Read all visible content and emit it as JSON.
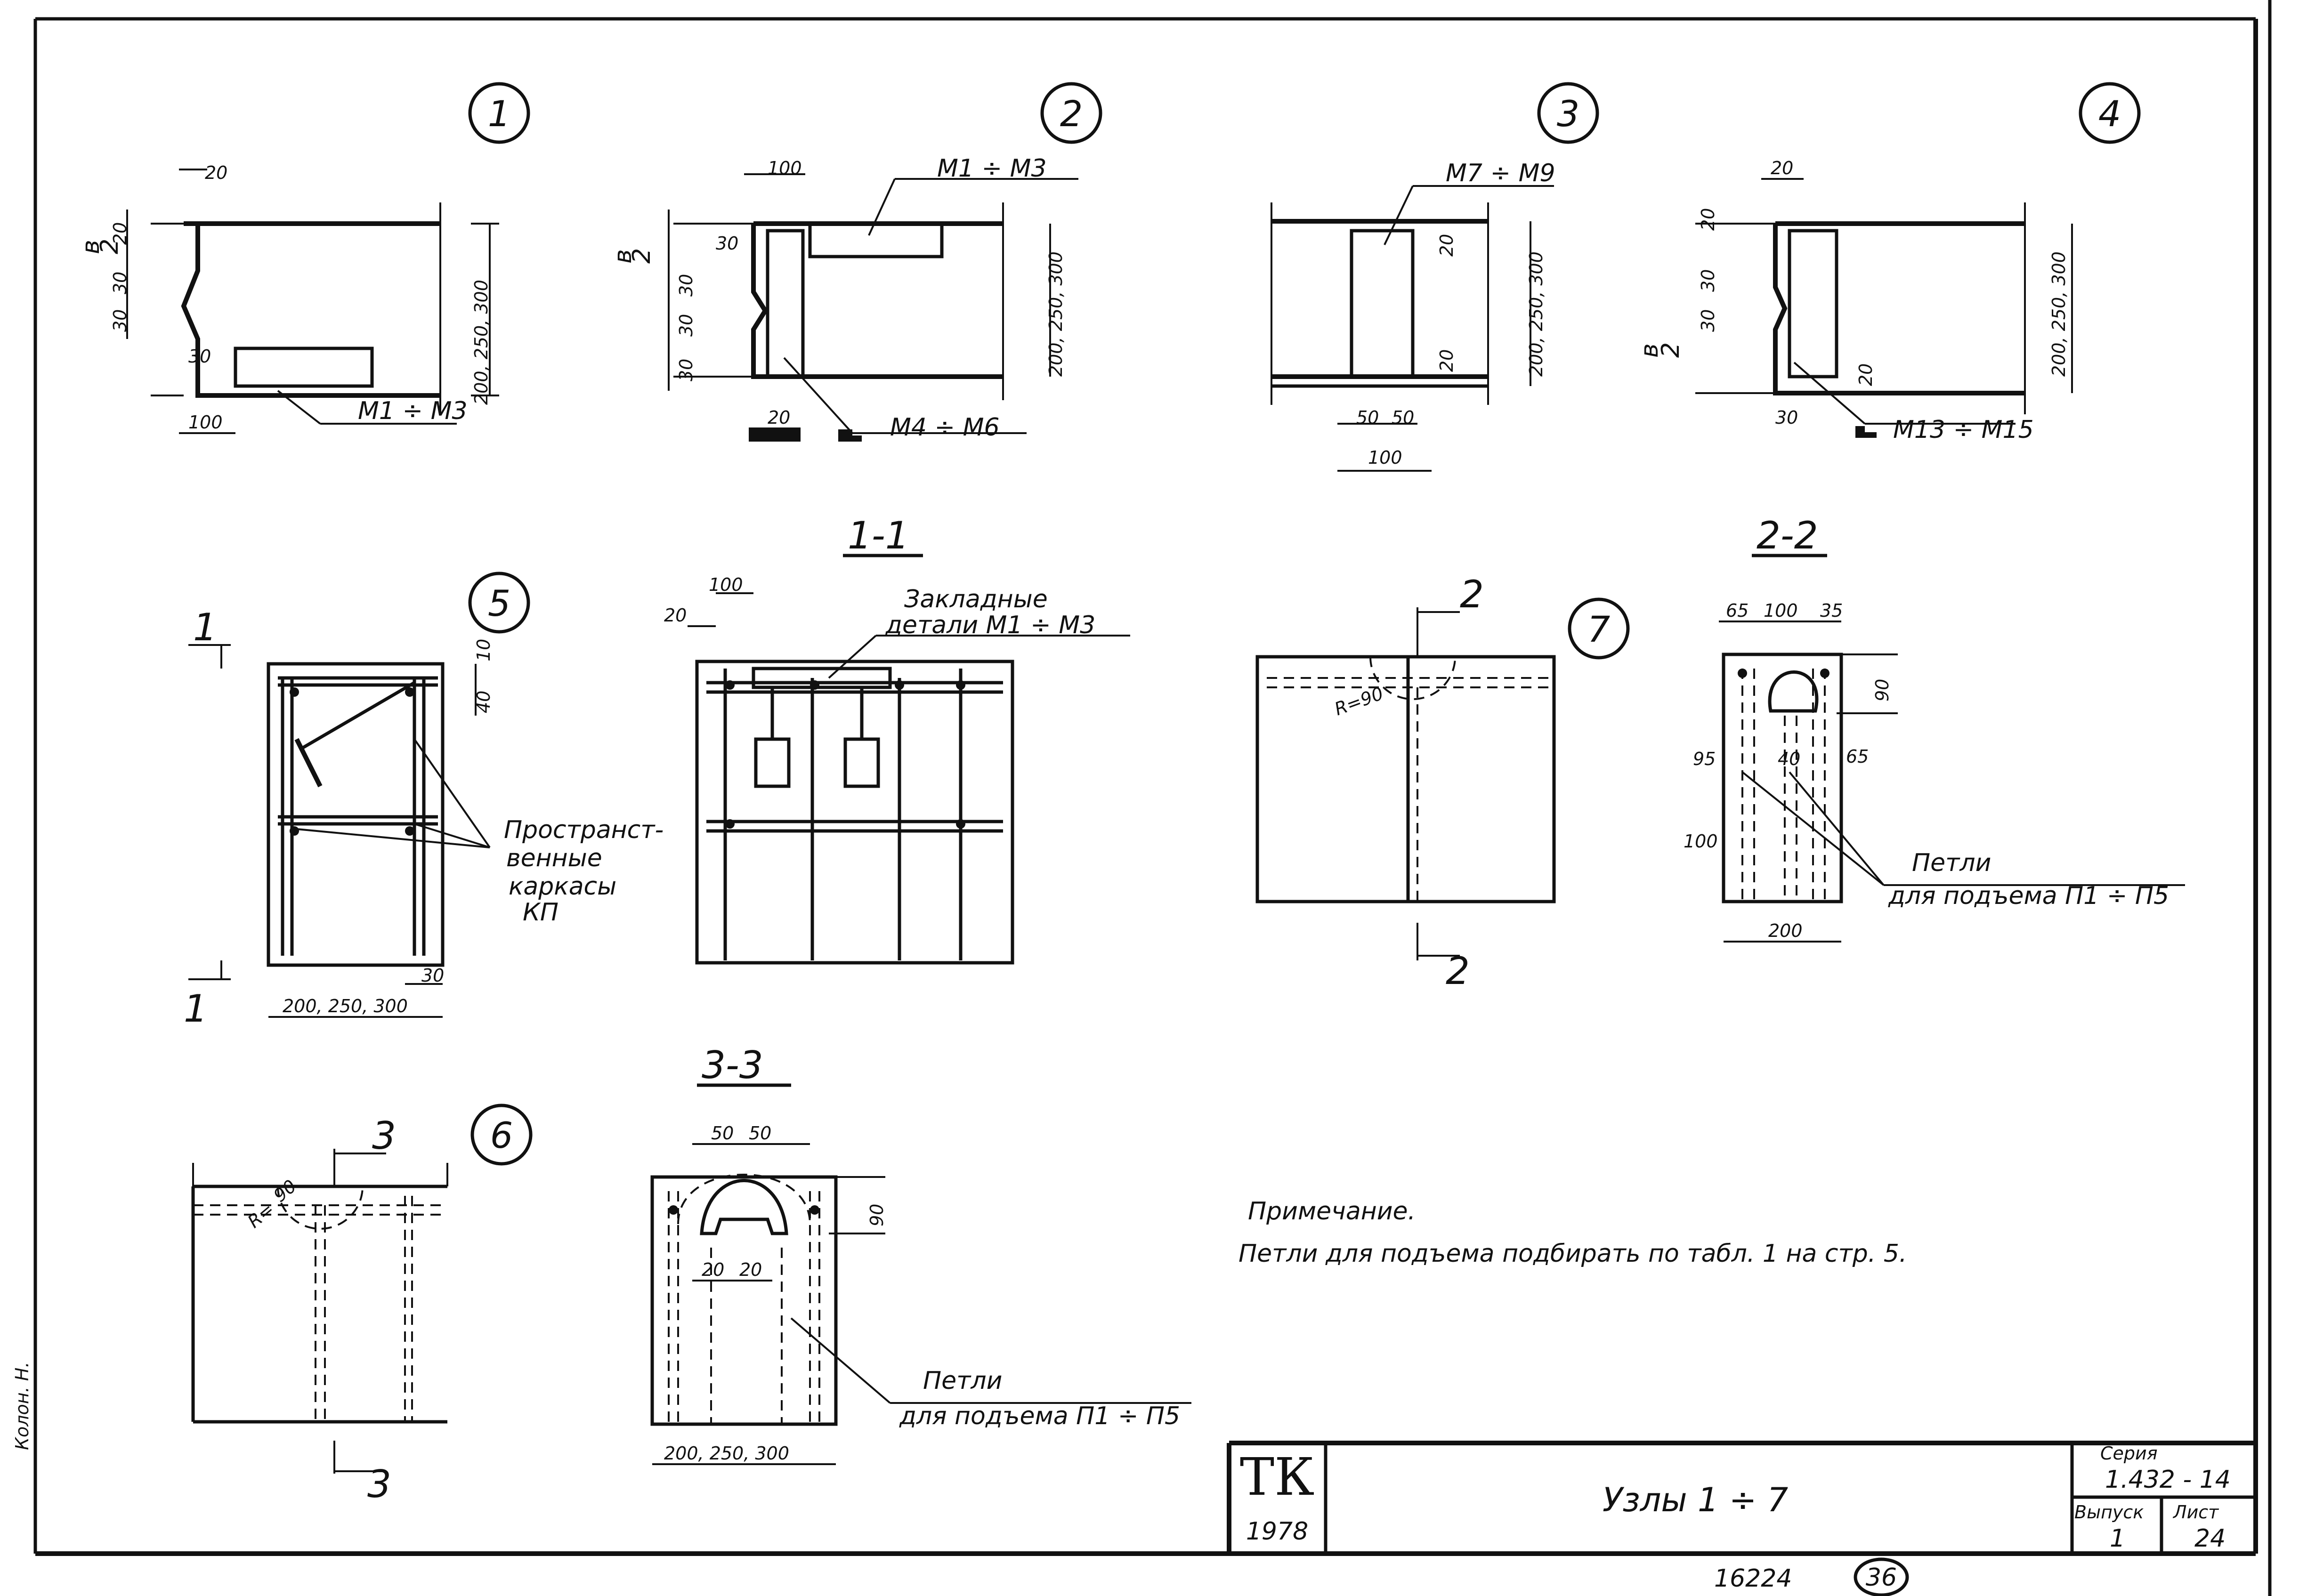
{
  "nodes": {
    "n1": {
      "number": "1",
      "dims": {
        "a": "20",
        "b": "20",
        "c": "30",
        "d": "30",
        "e": "30",
        "f": "100",
        "g": "200, 250, 300"
      },
      "half_top": "в",
      "half_bot": "2",
      "marker": "М1 ÷ М3"
    },
    "n2": {
      "number": "2",
      "dims": {
        "a": "100",
        "b": "30",
        "c": "30",
        "d": "30",
        "e": "30",
        "f": "20",
        "g": "200, 250, 300"
      },
      "half_top": "в",
      "half_bot": "2",
      "marker_top": "М1 ÷ М3",
      "marker_bot": "М4 ÷ М6"
    },
    "n3": {
      "number": "3",
      "dims": {
        "a": "20",
        "b": "20",
        "c": "50",
        "d": "50",
        "e": "100",
        "g": "200, 250, 300"
      },
      "marker": "М7 ÷ М9"
    },
    "n4": {
      "number": "4",
      "dims": {
        "a": "20",
        "b": "20",
        "c": "30",
        "d": "30",
        "e": "20",
        "f": "30",
        "g": "200, 250, 300"
      },
      "half_top": "в",
      "half_bot": "2",
      "marker": "М13 ÷ М15"
    },
    "n5": {
      "number": "5",
      "dims": {
        "a": "10",
        "b": "40",
        "c": "30",
        "g": "200, 250, 300"
      },
      "cut": "1",
      "label": [
        "Пространст-",
        "венные",
        "каркасы",
        "КП"
      ]
    },
    "n6": {
      "number": "6",
      "dims": {
        "r": "R=",
        "a": "90"
      },
      "cut": "3"
    },
    "n7": {
      "number": "7",
      "dims": {
        "r": "R=90"
      },
      "cut": "2"
    }
  },
  "sections": {
    "s11": {
      "title": "1-1",
      "dims": {
        "a": "100",
        "b": "20"
      },
      "label": [
        "Закладные",
        "детали М1 ÷ М3"
      ]
    },
    "s22": {
      "title": "2-2",
      "dims": {
        "a": "65",
        "b": "100",
        "c": "35",
        "d": "90",
        "e": "95",
        "f": "40",
        "g": "65",
        "h": "100",
        "w": "200"
      },
      "label": [
        "Петли",
        "для подъема П1 ÷ П5"
      ]
    },
    "s33": {
      "title": "3-3",
      "dims": {
        "a": "50",
        "b": "50",
        "c": "90",
        "d": "20",
        "e": "20",
        "w": "200, 250, 300"
      },
      "label": [
        "Петли",
        "для подъема П1 ÷ П5"
      ]
    }
  },
  "note": {
    "title": "Примечание.",
    "text": "Петли для подъема подбирать по табл. 1 на стр. 5."
  },
  "titleblock": {
    "logo": "ТК",
    "year": "1978",
    "title": "Узлы 1 ÷ 7",
    "series_label": "Серия",
    "series_value": "1.432 - 14",
    "issue_label": "Выпуск",
    "issue_value": "1",
    "sheet_label": "Лист",
    "sheet_value": "24"
  },
  "footer": {
    "code": "16224",
    "circled": "36"
  },
  "margin_note": "Колон. Н."
}
